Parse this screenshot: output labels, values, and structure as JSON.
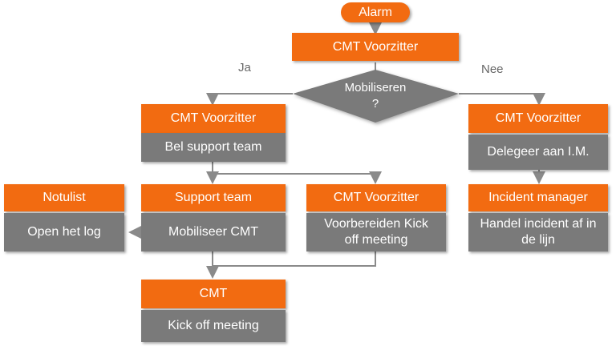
{
  "start": "Alarm",
  "top_role": "CMT Voorzitter",
  "decision": {
    "line1": "Mobiliseren",
    "line2": "?"
  },
  "branch_yes": "Ja",
  "branch_no": "Nee",
  "left_chair": {
    "role": "CMT Voorzitter",
    "action": "Bel support team"
  },
  "notulist": {
    "role": "Notulist",
    "action": "Open het log"
  },
  "support": {
    "role": "Support team",
    "action": "Mobiliseer CMT"
  },
  "mid_chair": {
    "role": "CMT Voorzitter",
    "action_line1": "Voorbereiden Kick",
    "action_line2": "off meeting"
  },
  "cmt": {
    "role": "CMT",
    "action": "Kick off meeting"
  },
  "right_chair": {
    "role": "CMT Voorzitter",
    "action": "Delegeer aan  I.M."
  },
  "incident": {
    "role": "Incident manager",
    "action_line1": "Handel incident af in",
    "action_line2": "de lijn"
  }
}
